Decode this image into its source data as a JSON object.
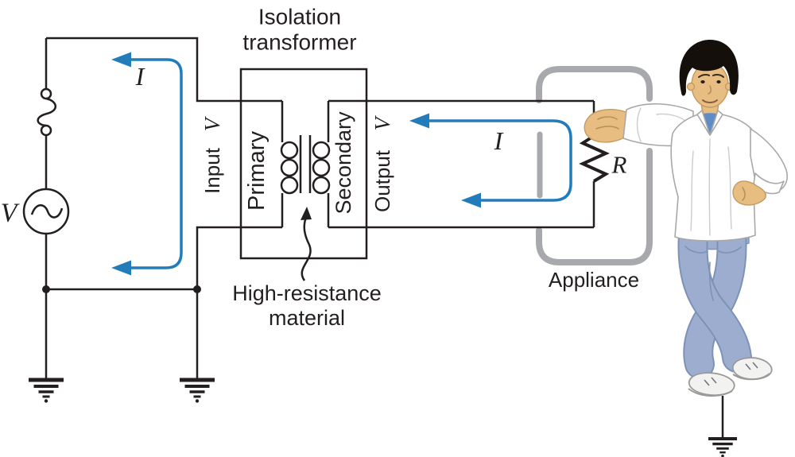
{
  "diagram": {
    "title_line1": "Isolation",
    "title_line2": "transformer",
    "source_voltage": "V",
    "current_symbol_left": "I",
    "current_symbol_right": "I",
    "input_label": "Input",
    "input_voltage": "V",
    "output_label": "Output",
    "output_voltage": "V",
    "primary_label": "Primary",
    "secondary_label": "Secondary",
    "high_resistance_line1": "High-resistance",
    "high_resistance_line2": "material",
    "appliance_label": "Appliance",
    "resistance_symbol": "R",
    "colors": {
      "wire": "#231f20",
      "current": "#237cba",
      "appliance_case": "#a7a9ac",
      "skin": "#e7bd82",
      "hair": "#140f0b",
      "shirt": "#ffffff",
      "shirt_outline": "#a8a8a8",
      "undershirt": "#5d8cc6",
      "jeans": "#9cadcf",
      "jeans_outline": "#7e92b8",
      "shoe": "#f2f2f0"
    }
  }
}
